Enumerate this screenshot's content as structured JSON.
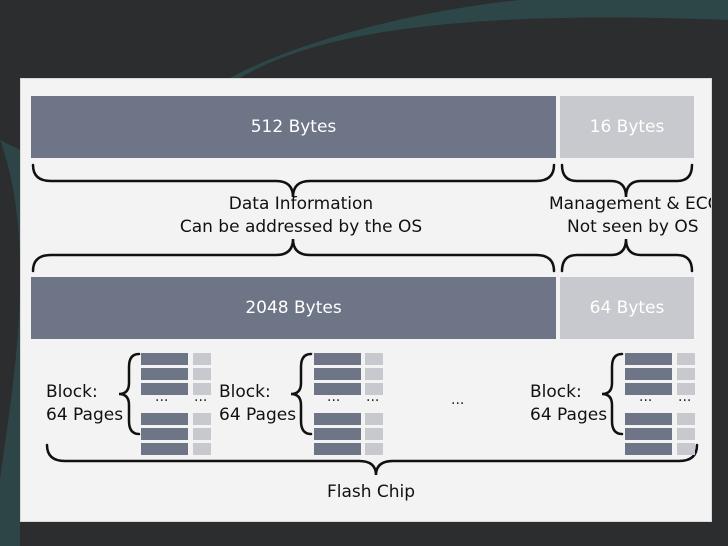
{
  "diagram": {
    "top_row": {
      "data_size": "512 Bytes",
      "spare_size": "16 Bytes"
    },
    "data_info": {
      "line1": "Data Information",
      "line2": "Can be addressed by the OS"
    },
    "mgmt_info": {
      "line1": "Management & ECC",
      "line2": "Not seen by OS"
    },
    "bottom_row": {
      "data_size": "2048 Bytes",
      "spare_size": "64 Bytes"
    },
    "blocks": [
      {
        "line1": "Block:",
        "line2": "64 Pages"
      },
      {
        "line1": "Block:",
        "line2": "64 Pages"
      },
      {
        "line1": "Block:",
        "line2": "64 Pages"
      }
    ],
    "ellipsis": "...",
    "chip_label": "Flash Chip"
  },
  "colors": {
    "data_area": "#6e7587",
    "spare_area": "#c7c9ce",
    "background": "#2b2d2f",
    "panel": "#f3f3f3"
  }
}
